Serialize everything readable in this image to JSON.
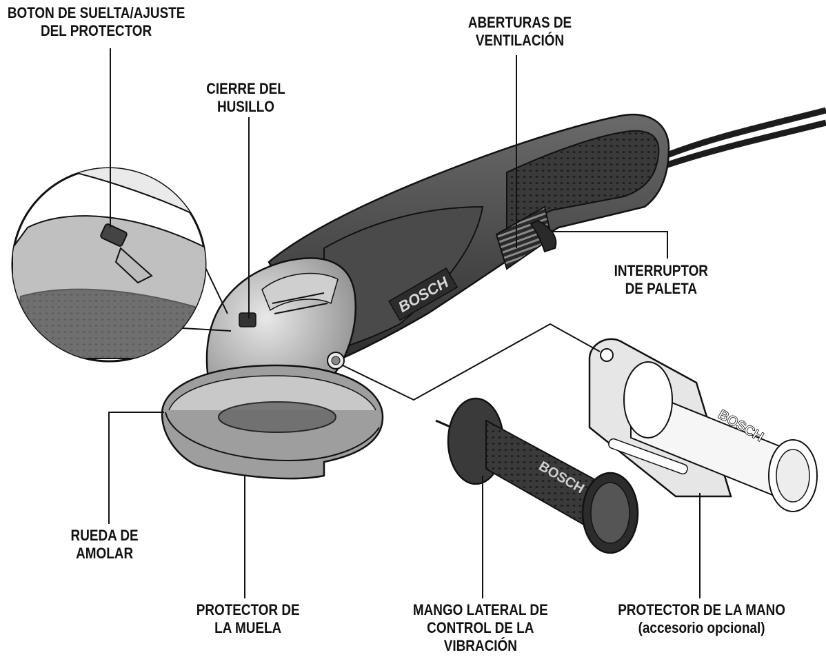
{
  "labels": {
    "guard_release": [
      "BOTON DE SUELTA/AJUSTE",
      "DEL PROTECTOR"
    ],
    "spindle_lock": [
      "CIERRE DEL",
      "HUSILLO"
    ],
    "vents": [
      "ABERTURAS DE",
      "VENTILACIÓN"
    ],
    "paddle_switch": [
      "INTERRUPTOR",
      "DE PALETA"
    ],
    "grinding_wheel": [
      "RUEDA DE",
      "AMOLAR"
    ],
    "wheel_guard": [
      "PROTECTOR DE",
      "LA MUELA"
    ],
    "side_handle": [
      "MANGO LATERAL DE",
      "CONTROL DE LA",
      "VIBRACIÓN"
    ],
    "hand_guard": [
      "PROTECTOR DE LA MANO",
      "(accesorio opcional)"
    ]
  },
  "brand": "BOSCH",
  "colors": {
    "tool_dark": "#3c3c3c",
    "tool_mid": "#5a5a5a",
    "metal": "#b9b9b9",
    "line": "#111111"
  }
}
